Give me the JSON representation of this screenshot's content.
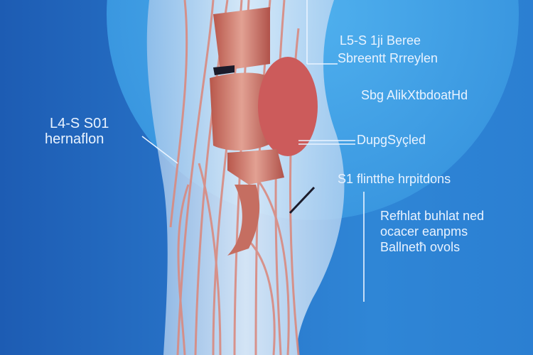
{
  "labels": {
    "l4_title": "L4-S S01",
    "l4_sub": "hernaflon",
    "l5_title": "L5-S 1ji Beree",
    "l5_sub": "Sbreentt Rrreylen",
    "sbg": "Sbg AlikXtbdoatHd",
    "dupg": "DupgSyçled",
    "s1": "S1 flintthe hrpitdons",
    "para": [
      "Refhlat buhlat ned",
      "ocacer eanpms",
      "Ballnetħ ovols"
    ]
  },
  "colors": {
    "background": "#2a78cc",
    "highlight": "#3d9ee6",
    "nerve": "#d98a80",
    "vertebra": "#c96a5c",
    "text": "#e9f3ff"
  }
}
